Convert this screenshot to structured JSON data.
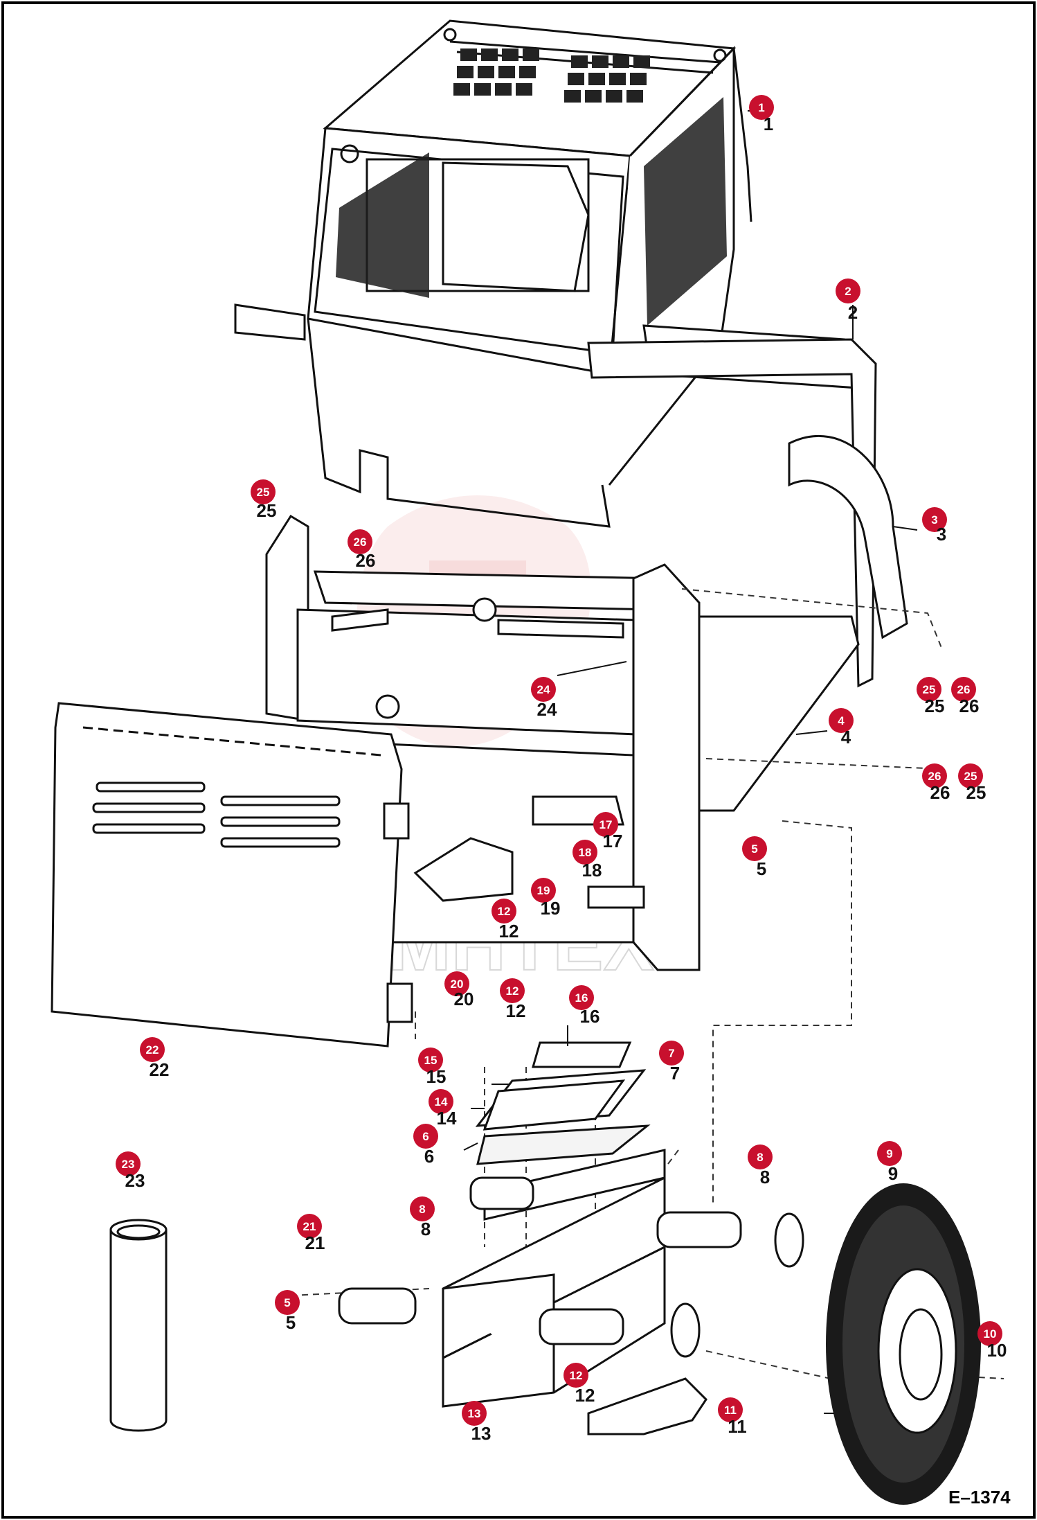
{
  "drawing_code": "E–1374",
  "watermark": "MHTEX",
  "callouts": [
    {
      "n": "1",
      "label": "1"
    },
    {
      "n": "2",
      "label": "2"
    },
    {
      "n": "3",
      "label": "3"
    },
    {
      "n": "4",
      "label": "4"
    },
    {
      "n": "5a",
      "label": "5"
    },
    {
      "n": "5b",
      "label": "5"
    },
    {
      "n": "6",
      "label": "6"
    },
    {
      "n": "7",
      "label": "7"
    },
    {
      "n": "8a",
      "label": "8"
    },
    {
      "n": "8b",
      "label": "8"
    },
    {
      "n": "9",
      "label": "9"
    },
    {
      "n": "10",
      "label": "10"
    },
    {
      "n": "11",
      "label": "11"
    },
    {
      "n": "12a",
      "label": "12"
    },
    {
      "n": "12b",
      "label": "12"
    },
    {
      "n": "12c",
      "label": "12"
    },
    {
      "n": "13",
      "label": "13"
    },
    {
      "n": "14",
      "label": "14"
    },
    {
      "n": "15",
      "label": "15"
    },
    {
      "n": "16",
      "label": "16"
    },
    {
      "n": "17",
      "label": "17"
    },
    {
      "n": "18",
      "label": "18"
    },
    {
      "n": "19",
      "label": "19"
    },
    {
      "n": "20",
      "label": "20"
    },
    {
      "n": "21",
      "label": "21"
    },
    {
      "n": "22",
      "label": "22"
    },
    {
      "n": "23",
      "label": "23"
    },
    {
      "n": "24",
      "label": "24"
    },
    {
      "n": "25a",
      "label": "25"
    },
    {
      "n": "25b",
      "label": "25"
    },
    {
      "n": "25c",
      "label": "25"
    },
    {
      "n": "26a",
      "label": "26"
    },
    {
      "n": "26b",
      "label": "26"
    },
    {
      "n": "26c",
      "label": "26"
    }
  ],
  "colors": {
    "callout_fill": "#c8102e",
    "line": "#111111",
    "dash": "#333333"
  }
}
